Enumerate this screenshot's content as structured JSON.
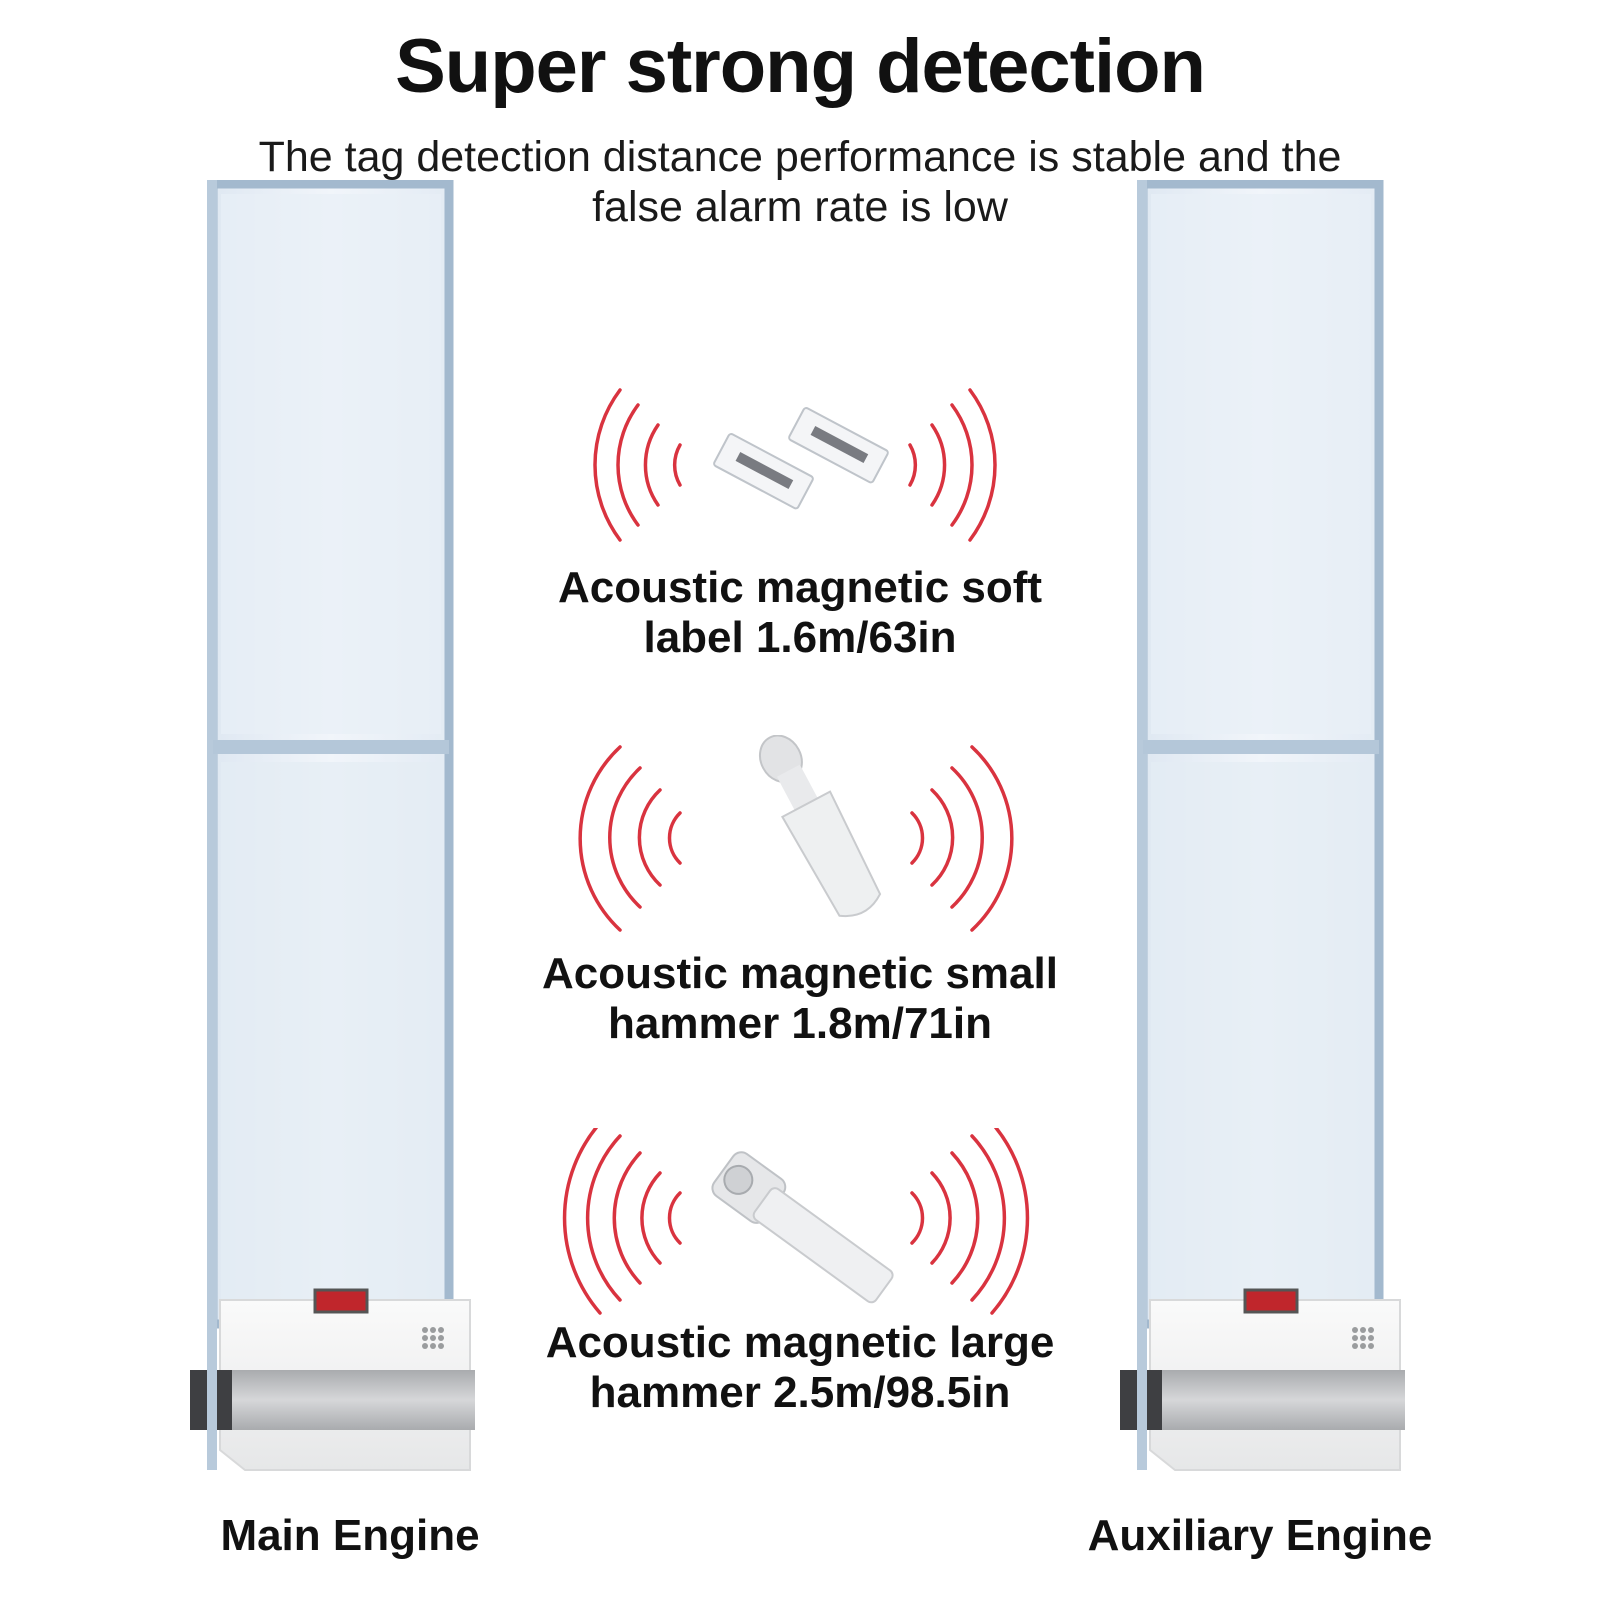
{
  "header": {
    "title": "Super strong detection",
    "subtitle_line1": "The tag detection distance performance is stable and the",
    "subtitle_line2": "false alarm rate is low"
  },
  "engines": {
    "main_label": "Main Engine",
    "auxiliary_label": "Auxiliary Engine"
  },
  "tags": [
    {
      "line1": "Acoustic magnetic soft",
      "line2": "label 1.6m/63in"
    },
    {
      "line1": "Acoustic magnetic small",
      "line2": "hammer 1.8m/71in"
    },
    {
      "line1": "Acoustic magnetic large",
      "line2": "hammer 2.5m/98.5in"
    }
  ],
  "colors": {
    "wave": "#d9333f",
    "frame": "#9fb6cc",
    "panel": "#e9f0f7",
    "base": "#f3f4f5",
    "stripe": "#b9bbbd",
    "indicator": "#c0262c"
  }
}
